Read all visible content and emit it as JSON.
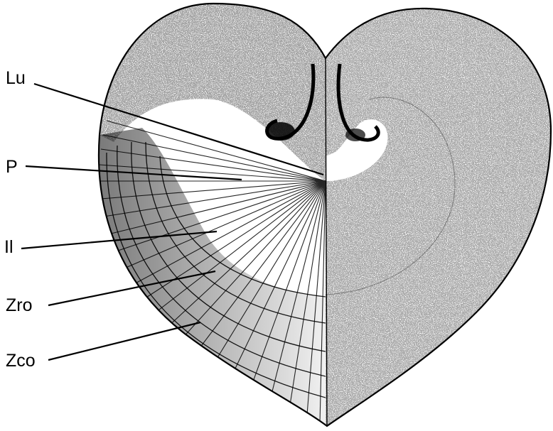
{
  "colors": {
    "ink": "#000000",
    "paper": "#ffffff"
  },
  "labels": {
    "lu": "Lu",
    "p": "P",
    "il": "Il",
    "zro": "Zro",
    "zco": "Zco"
  }
}
